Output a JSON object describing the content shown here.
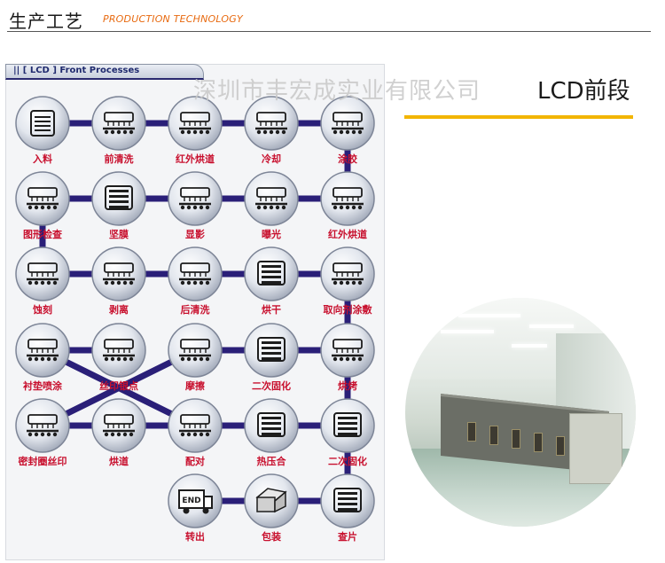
{
  "header": {
    "title": "生产工艺",
    "subtitle": "PRODUCTION TECHNOLOGY"
  },
  "panel": {
    "tab_label": "|| [ LCD ]  Front Processes"
  },
  "right": {
    "watermark": "深圳市丰宏成实业有限公司",
    "section_title": "LCD前段"
  },
  "colors": {
    "link": "#2a1f78",
    "label": "#c8102e",
    "accent": "#f2b500",
    "subtitle": "#e86a10"
  },
  "steps": [
    {
      "id": "s1",
      "label": "入料",
      "icon": "document-stack-icon"
    },
    {
      "id": "s2",
      "label": "前清洗",
      "icon": "spray-rinse-icon"
    },
    {
      "id": "s3",
      "label": "红外烘道",
      "icon": "ir-heater-icon"
    },
    {
      "id": "s4",
      "label": "冷却",
      "icon": "cooling-spray-icon"
    },
    {
      "id": "s5",
      "label": "涂胶",
      "icon": "roller-coat-icon"
    },
    {
      "id": "s6",
      "label": "图形检查",
      "icon": "inspection-lamp-icon"
    },
    {
      "id": "s7",
      "label": "坚膜",
      "icon": "oven-rack-icon"
    },
    {
      "id": "s8",
      "label": "显影",
      "icon": "develop-tank-icon"
    },
    {
      "id": "s9",
      "label": "曝光",
      "icon": "exposure-lamp-icon"
    },
    {
      "id": "s10",
      "label": "红外烘道",
      "icon": "ir-heater-icon"
    },
    {
      "id": "s11",
      "label": "蚀刻",
      "icon": "etch-tank-icon"
    },
    {
      "id": "s12",
      "label": "剥离",
      "icon": "strip-tank-icon"
    },
    {
      "id": "s13",
      "label": "后清洗",
      "icon": "rinse-tank-icon"
    },
    {
      "id": "s14",
      "label": "烘干",
      "icon": "dryer-rack-icon"
    },
    {
      "id": "s15",
      "label": "取向剂涂敷",
      "icon": "roller-coat-icon"
    },
    {
      "id": "s16",
      "label": "衬垫喷涂",
      "icon": "spacer-spray-icon"
    },
    {
      "id": "s17",
      "label": "丝印银点",
      "icon": "screen-print-icon"
    },
    {
      "id": "s18",
      "label": "摩擦",
      "icon": "rubbing-roller-icon"
    },
    {
      "id": "s19",
      "label": "二次固化",
      "icon": "cure-rack-icon"
    },
    {
      "id": "s20",
      "label": "烘烤",
      "icon": "bake-lamp-icon"
    },
    {
      "id": "s21",
      "label": "密封圈丝印",
      "icon": "seal-print-icon"
    },
    {
      "id": "s22",
      "label": "烘道",
      "icon": "tunnel-oven-icon"
    },
    {
      "id": "s23",
      "label": "配对",
      "icon": "assembly-press-icon"
    },
    {
      "id": "s24",
      "label": "热压合",
      "icon": "hot-press-icon"
    },
    {
      "id": "s25",
      "label": "二次固化",
      "icon": "cure-chamber-icon"
    },
    {
      "id": "s26",
      "label": "转出",
      "icon": "end-truck-icon",
      "text": "END"
    },
    {
      "id": "s27",
      "label": "包装",
      "icon": "package-box-icon"
    },
    {
      "id": "s28",
      "label": "查片",
      "icon": "panel-stack-icon"
    }
  ]
}
